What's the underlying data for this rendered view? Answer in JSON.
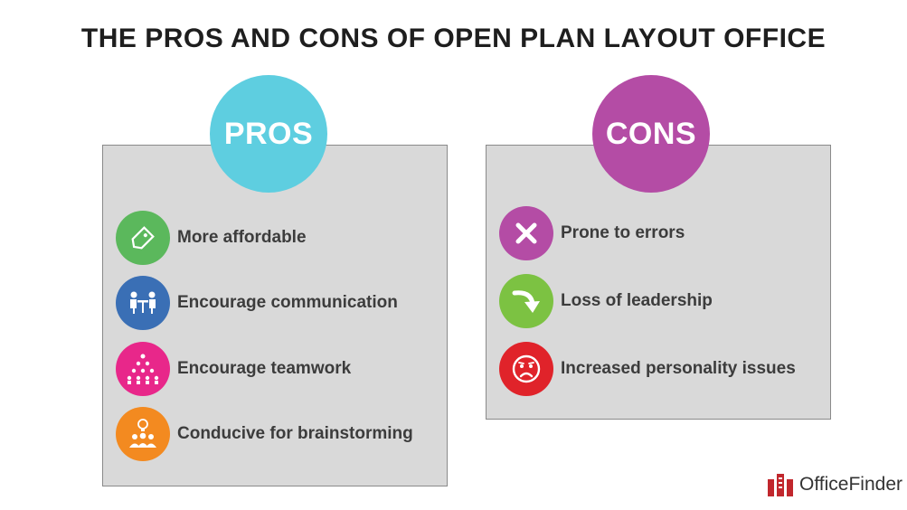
{
  "title": "THE PROS AND CONS OF OPEN PLAN LAYOUT OFFICE",
  "pros": {
    "heading": "PROS",
    "color": "#5ecee0",
    "items": [
      {
        "label": "More affordable",
        "icon": "price-tag-icon",
        "color": "#5bb85c"
      },
      {
        "label": "Encourage communication",
        "icon": "meeting-icon",
        "color": "#3a6fb5"
      },
      {
        "label": "Encourage teamwork",
        "icon": "team-icon",
        "color": "#e8278a"
      },
      {
        "label": "Conducive for brainstorming",
        "icon": "idea-group-icon",
        "color": "#f38a20"
      }
    ]
  },
  "cons": {
    "heading": "CONS",
    "color": "#b44ca5",
    "items": [
      {
        "label": "Prone to errors",
        "icon": "x-mark-icon",
        "color": "#b44ca5"
      },
      {
        "label": "Loss of leadership",
        "icon": "curved-arrow-down-icon",
        "color": "#7cc242"
      },
      {
        "label": "Increased personality issues",
        "icon": "sad-face-icon",
        "color": "#e0232a"
      }
    ]
  },
  "logo": {
    "text_office": "Office",
    "text_finder": "Finder"
  }
}
